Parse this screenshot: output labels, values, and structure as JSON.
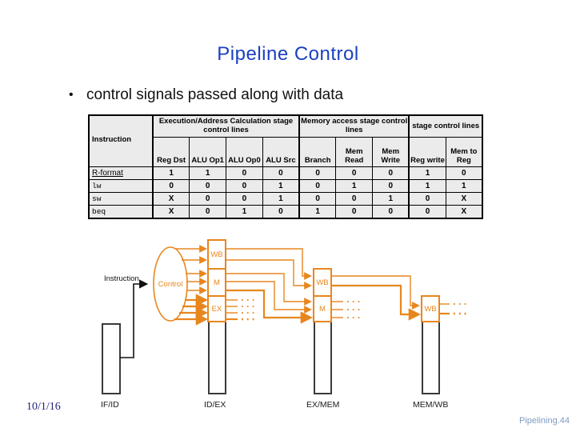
{
  "slide": {
    "title": "Pipeline Control",
    "bullet_glyph": "•",
    "bullet": "control signals passed along with data",
    "date": "10/1/16",
    "page": "Pipelining.44"
  },
  "table": {
    "instruction_header": "Instruction",
    "group_headers": [
      {
        "label": "Execution/Address Calculation stage control lines",
        "colspan": 4
      },
      {
        "label": "Memory access stage control lines",
        "colspan": 3
      },
      {
        "label": "stage control lines",
        "colspan": 2
      }
    ],
    "column_headers": [
      "Reg Dst",
      "ALU Op1",
      "ALU Op0",
      "ALU Src",
      "Branch",
      "Mem Read",
      "Mem Write",
      "Reg write",
      "Mem to Reg"
    ],
    "rows": [
      {
        "instruction": "R-format",
        "values": [
          "1",
          "1",
          "0",
          "0",
          "0",
          "0",
          "0",
          "1",
          "0"
        ]
      },
      {
        "instruction": "lw",
        "values": [
          "0",
          "0",
          "0",
          "1",
          "0",
          "1",
          "0",
          "1",
          "1"
        ]
      },
      {
        "instruction": "sw",
        "values": [
          "X",
          "0",
          "0",
          "1",
          "0",
          "0",
          "1",
          "0",
          "X"
        ]
      },
      {
        "instruction": "beq",
        "values": [
          "X",
          "0",
          "1",
          "0",
          "1",
          "0",
          "0",
          "0",
          "X"
        ]
      }
    ]
  },
  "diagram": {
    "instruction_label": "Instruction",
    "control_label": "Control",
    "idex_sections": [
      "WB",
      "M",
      "EX"
    ],
    "exmem_sections": [
      "WB",
      "M"
    ],
    "memwb_sections": [
      "WB"
    ],
    "register_labels": [
      "IF/ID",
      "ID/EX",
      "EX/MEM",
      "MEM/WB"
    ]
  },
  "colors": {
    "title_blue": "#1b3fc1",
    "accent_orange": "#e8861e",
    "date_navy": "#23237a",
    "page_blue": "#7e9cc4",
    "table_bg": "#ebebeb"
  }
}
